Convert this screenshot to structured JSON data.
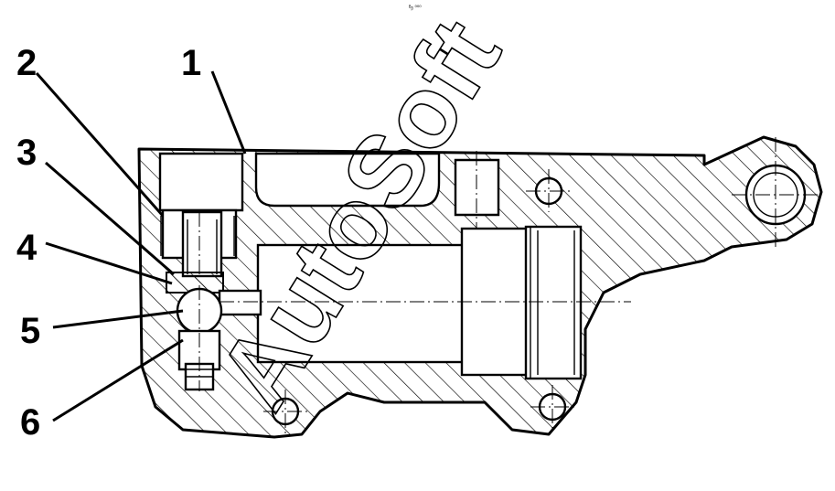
{
  "diagram": {
    "top_note": "ᴮᵦ ⁰⁰⁰",
    "watermark": "AutoSoft",
    "callouts": [
      {
        "label": "1"
      },
      {
        "label": "2"
      },
      {
        "label": "3"
      },
      {
        "label": "4"
      },
      {
        "label": "5"
      },
      {
        "label": "6"
      }
    ]
  }
}
